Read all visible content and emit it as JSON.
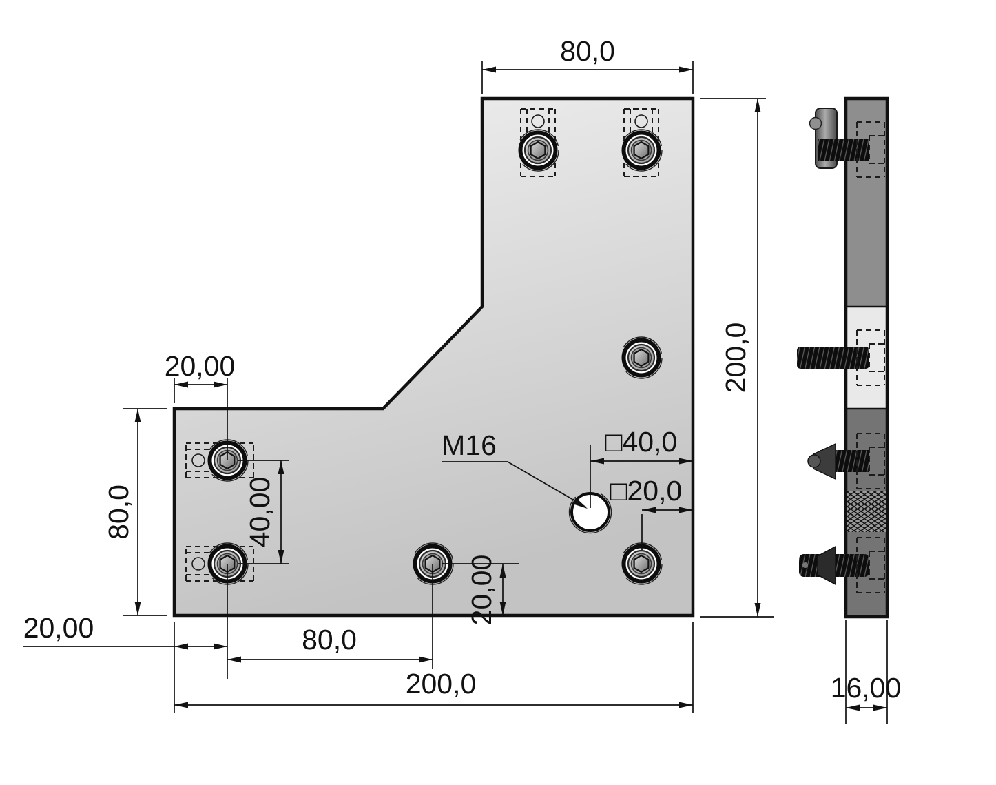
{
  "dimensions": {
    "top_arm_width": "80,0",
    "overall_height": "200,0",
    "edge_to_hole_top_left": "20,00",
    "left_arm_height": "80,0",
    "hole_pitch_vertical": "40,00",
    "thread_callout": "M16",
    "square_pitch_40": "□40,0",
    "square_pitch_20": "□20,0",
    "hole_to_bottom_edge": "20,00",
    "edge_to_hole_bottom_left": "20,00",
    "hole_pitch_horizontal": "80,0",
    "overall_width": "200,0",
    "plate_thickness": "16,00"
  },
  "colors": {
    "outline": "#111111",
    "plate_top": "#f0f0f0",
    "plate_bottom": "#c3c3c3",
    "side_top": "#8e8e8e",
    "side_middle": "#e9e9e9",
    "side_bottom": "#747474",
    "hex_light": "#dedede",
    "hex_dark": "#6e6e6e",
    "washer_light": "#d6d6d6",
    "washer_dark": "#9c9c9c",
    "fastener_dark": "#0d0d0d"
  }
}
